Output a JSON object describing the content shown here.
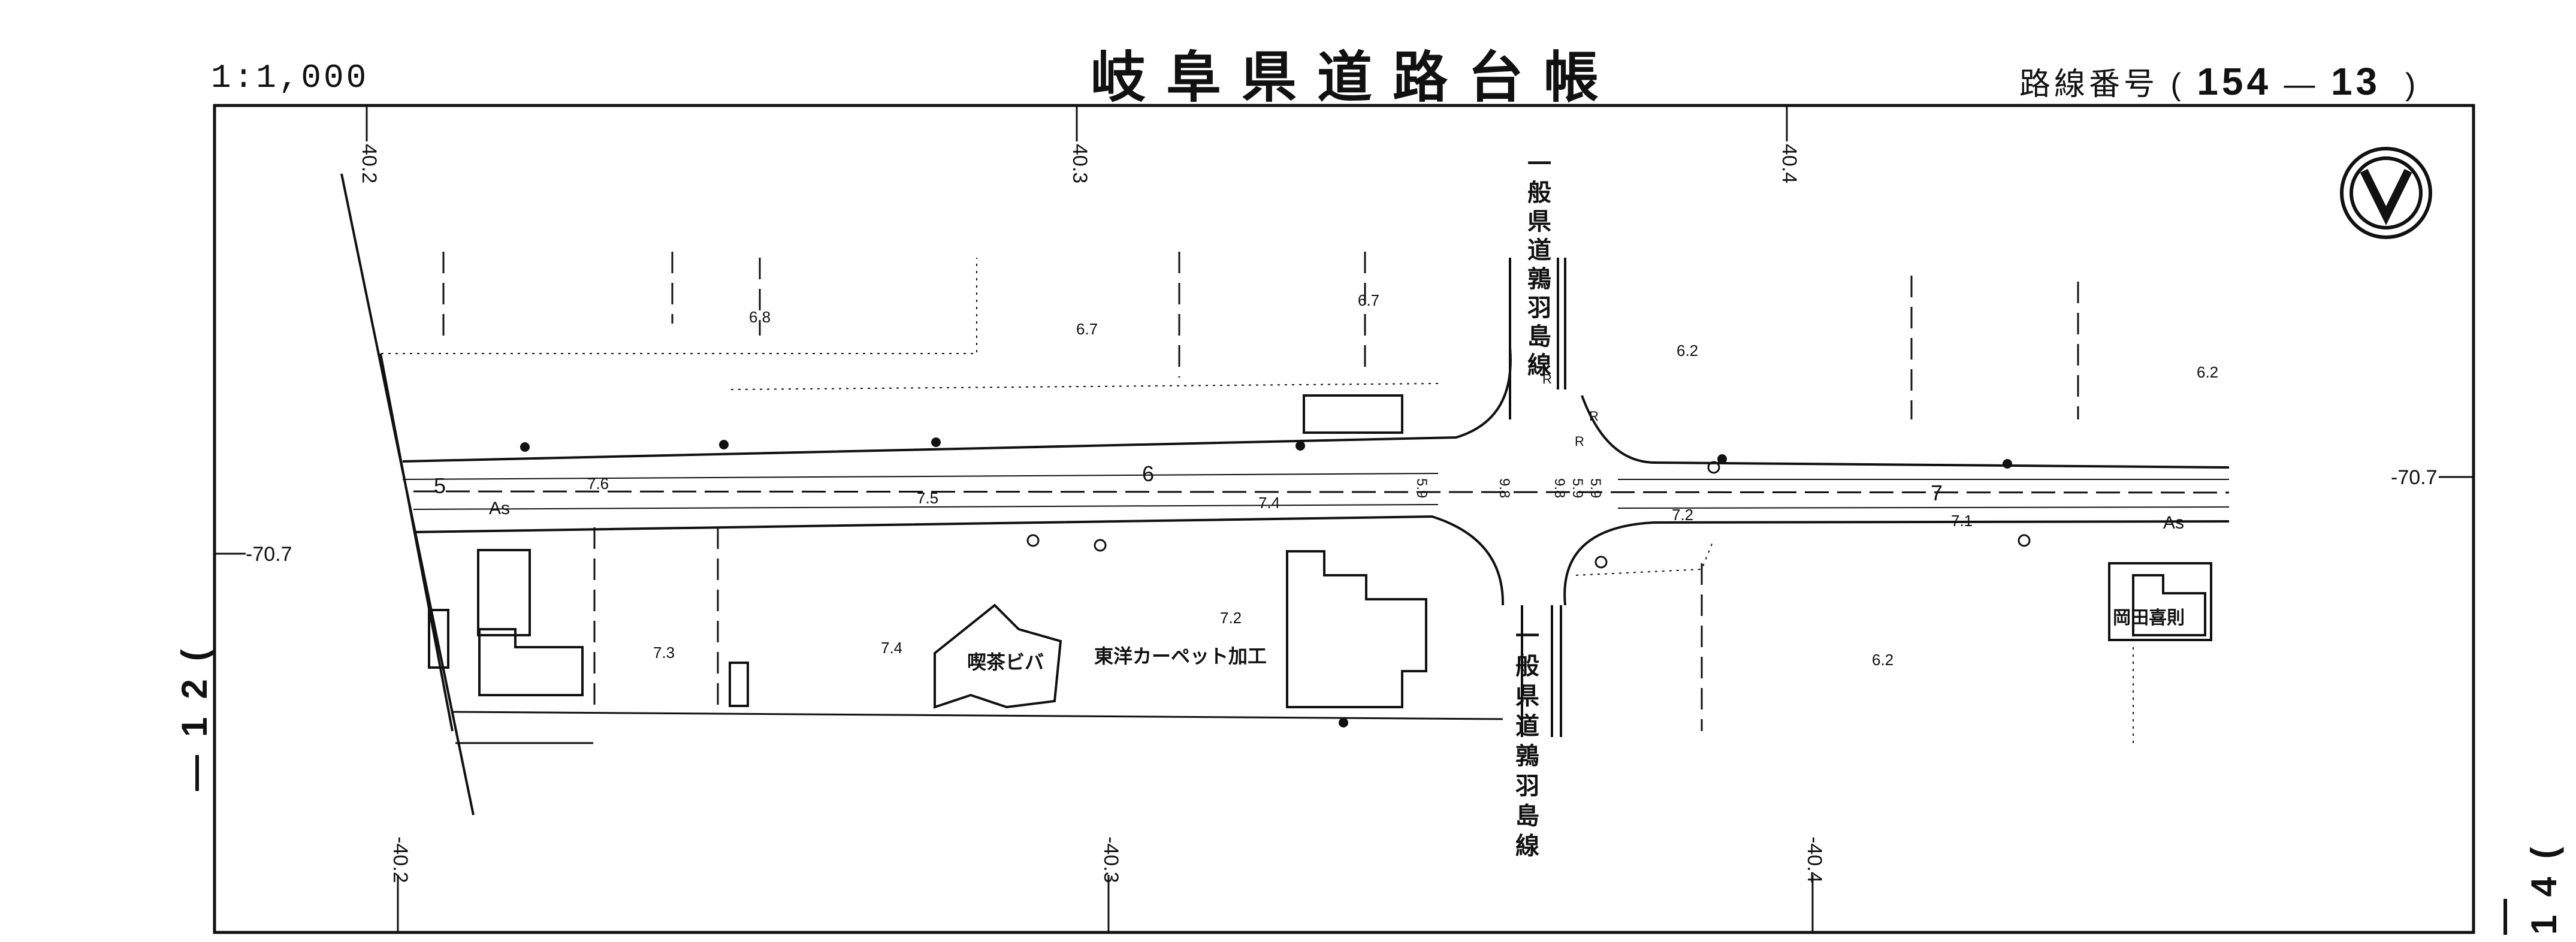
{
  "header": {
    "title": "岐阜県道路台帳",
    "scale": "1:1,000",
    "route_label": "路線番号",
    "route_number_a": "154",
    "route_number_b": "13"
  },
  "sheet_refs": {
    "left": "12",
    "right": "14"
  },
  "chainage_top": [
    "40.2",
    "40.3",
    "40.4"
  ],
  "chainage_bottom": [
    "-40.2",
    "-40.3",
    "-40.4"
  ],
  "offset_left": "-70.7",
  "offset_right": "-70.7",
  "crossing_road_north": "一般県道鶉羽島線",
  "crossing_road_south": "一般県道鶉羽島線",
  "stations": [
    "5",
    "6",
    "7"
  ],
  "pavement": "As",
  "buildings": [
    "喫茶ビバ",
    "東洋カーペット加工",
    "岡田喜則"
  ],
  "elevations": [
    "6.8",
    "6.7",
    "6.7",
    "6.2",
    "6.2",
    "7.6",
    "7.5",
    "7.4",
    "7.2",
    "7.1",
    "7.3",
    "7.4",
    "7.2",
    "6.2"
  ],
  "road_widths": [
    "5.9",
    "9.8",
    "9.8",
    "5.9",
    "5.9"
  ],
  "signal_mark": "R",
  "colors": {
    "ink": "#111111",
    "paper": "#ffffff"
  },
  "icons": [
    "north-arrow-icon"
  ]
}
